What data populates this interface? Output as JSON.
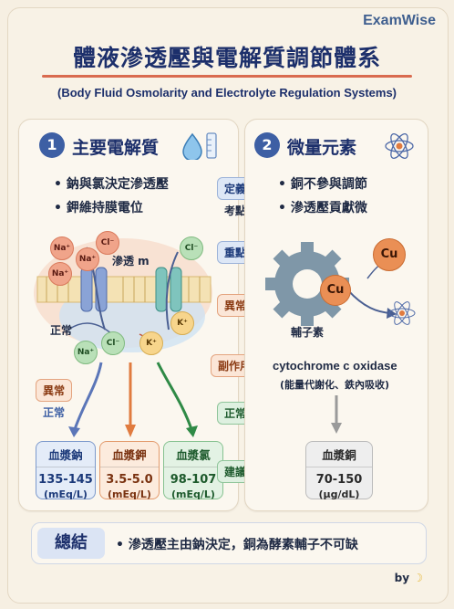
{
  "brand": "ExamWise",
  "title": "體液滲透壓與電解質調節體系",
  "subtitle": "(Body Fluid Osmolarity and Electrolyte Regulation Systems)",
  "panel1": {
    "number": "1",
    "heading": "主要電解質",
    "bullets": [
      "• 鈉與氯決定滲透壓",
      "• 鉀維持膜電位"
    ],
    "osmosis_label": "滲透 m",
    "normal_label": "正常",
    "abnormal_tag": "異常",
    "abnormal_sub": "正常",
    "ions": [
      "Na⁺",
      "Cl⁻",
      "Na⁺",
      "Na⁺",
      "Cl⁻",
      "K⁺",
      "Na⁺",
      "Cl⁻",
      "K⁺"
    ],
    "boxes": [
      {
        "name": "血漿鈉",
        "range": "135-145",
        "unit": "(mEq/L)"
      },
      {
        "name": "血漿鉀",
        "range": "3.5-5.0",
        "unit": "(mEq/L)"
      },
      {
        "name": "血漿氯",
        "range": "98-107",
        "unit": "(mEq/L)"
      }
    ]
  },
  "middle_tags": {
    "definition": "定義",
    "exam_point": "考點",
    "key_point": "重點",
    "abnormal": "異常",
    "side_effect": "副作用",
    "normal": "正常",
    "suggestion": "建議"
  },
  "panel2": {
    "number": "2",
    "heading": "微量元素",
    "bullets": [
      "• 銅不參與調節",
      "• 滲透壓貢獻微"
    ],
    "cu_label": "Cu",
    "cu_small": "Cu",
    "cofactor_label": "輔子素",
    "enzyme": "cytochrome c oxidase",
    "enzyme_note": "(能量代謝化、鉄內吸收)",
    "box": {
      "name": "血漿銅",
      "range": "70-150",
      "unit": "(µg/dL)"
    }
  },
  "summary": {
    "label": "總結",
    "text": "• 滲透壓主由鈉決定，銅為酵素輔子不可缺"
  },
  "byline": "by"
}
